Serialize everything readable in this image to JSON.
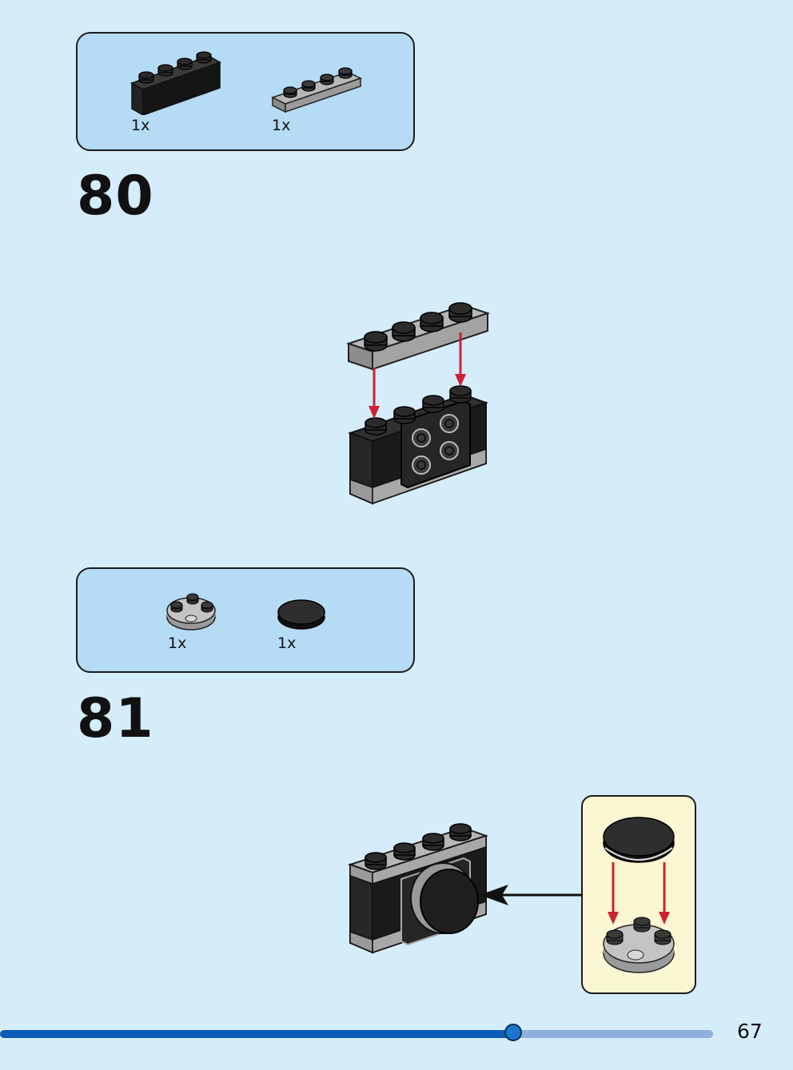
{
  "steps": [
    {
      "number": "80",
      "parts": [
        {
          "qty": "1x",
          "part": "black 1x4 brick"
        },
        {
          "qty": "1x",
          "part": "grey 1x4 plate"
        }
      ]
    },
    {
      "number": "81",
      "parts": [
        {
          "qty": "1x",
          "part": "grey 2x2 round plate"
        },
        {
          "qty": "1x",
          "part": "black 2x2 round tile"
        }
      ]
    }
  ],
  "footer": {
    "page_number": "67",
    "progress": 0.72
  },
  "colors": {
    "page_bg": "#d5ecfb",
    "parts_box_bg": "#b5dbf5",
    "callout_bg": "#fdf6d3",
    "arrow_red": "#cc2233",
    "progress_fill": "#0a5cb4",
    "progress_track": "#8fb0de"
  }
}
